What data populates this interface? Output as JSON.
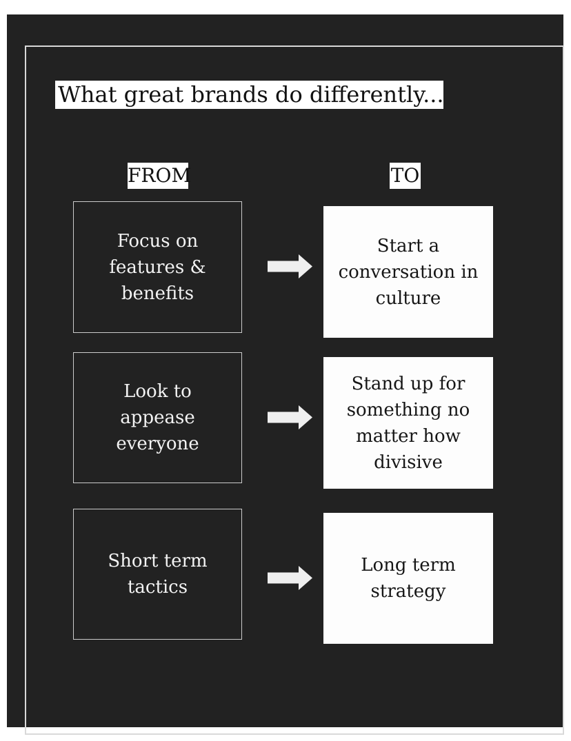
{
  "slide": {
    "title": "What great brands do differently...",
    "column_headers": {
      "from": "FROM",
      "to": "TO"
    },
    "rows": [
      {
        "from": "Focus on\nfeatures &\nbenefits",
        "to": "Start a\nconversation in\nculture"
      },
      {
        "from": "Look to\nappease\neveryone",
        "to": "Stand up for\nsomething no\nmatter how\ndivisive"
      },
      {
        "from": "Short term\ntactics",
        "to": "Long term\nstrategy"
      }
    ],
    "arrow_icon": "right-block-arrow",
    "colors": {
      "page_bg": "#ffffff",
      "slide_bg": "#222222",
      "frame_border": "#d9d9d9",
      "from_box_border": "#cdcdcd",
      "from_box_text": "#f3f3f3",
      "to_box_bg": "#fdfdfd",
      "to_box_text": "#161616",
      "highlight_bg": "#ffffff",
      "title_text": "#111111",
      "arrow_fill": "#efefef"
    }
  }
}
